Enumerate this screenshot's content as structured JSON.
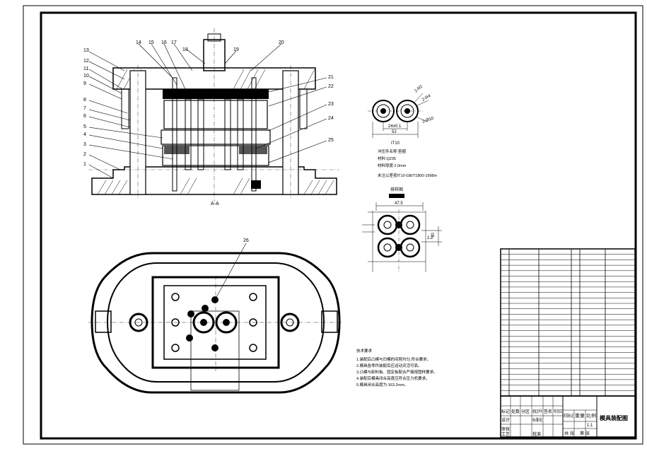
{
  "section_label": "A-A",
  "part_labels": [
    "1",
    "2",
    "3",
    "4",
    "5",
    "6",
    "7",
    "8",
    "9",
    "10",
    "11",
    "12",
    "13",
    "14",
    "15",
    "16",
    "17",
    "18",
    "19",
    "20",
    "21",
    "22",
    "23",
    "24",
    "25",
    "26"
  ],
  "product_view_label": "IT10",
  "product_spec": {
    "line1": "冲压件名称:垫圈",
    "line2": "材料:Q235",
    "line3": "材料厚度:2.0mm",
    "line4": "未注公差按IT10-GB/T1800-1998m"
  },
  "layout_view_label": "排样图",
  "dimensions": {
    "d1": "2-R2",
    "d2": "2-R4",
    "d3": "2-Ø10",
    "d4": "24±0.1",
    "d5": "52",
    "d6": "47.5",
    "d7": "2.2",
    "d8": "30"
  },
  "tech_req_title": "技术要求",
  "tech_req_lines": [
    "1.装配后凸模与凹模的间隙均匀,符合要求。",
    "2.模具各零件装配后应运动灵活可靠。",
    "3.凸模与卸料板、固定板配合严格按图样要求。",
    "4.装配后模具闭合高度应符合压力机要求。",
    "5.模具闭合高度为:163.2mm。"
  ],
  "title_block": {
    "drawing_name": "模具装配图",
    "row_labels": [
      "标记",
      "处数",
      "分区",
      "更改文件号",
      "签名",
      "年月日"
    ],
    "cells": [
      "设计",
      "审核",
      "工艺",
      "批准",
      "标准化",
      "阶段标记",
      "重量",
      "比例",
      "共 张",
      "第 张",
      "1:1"
    ]
  }
}
